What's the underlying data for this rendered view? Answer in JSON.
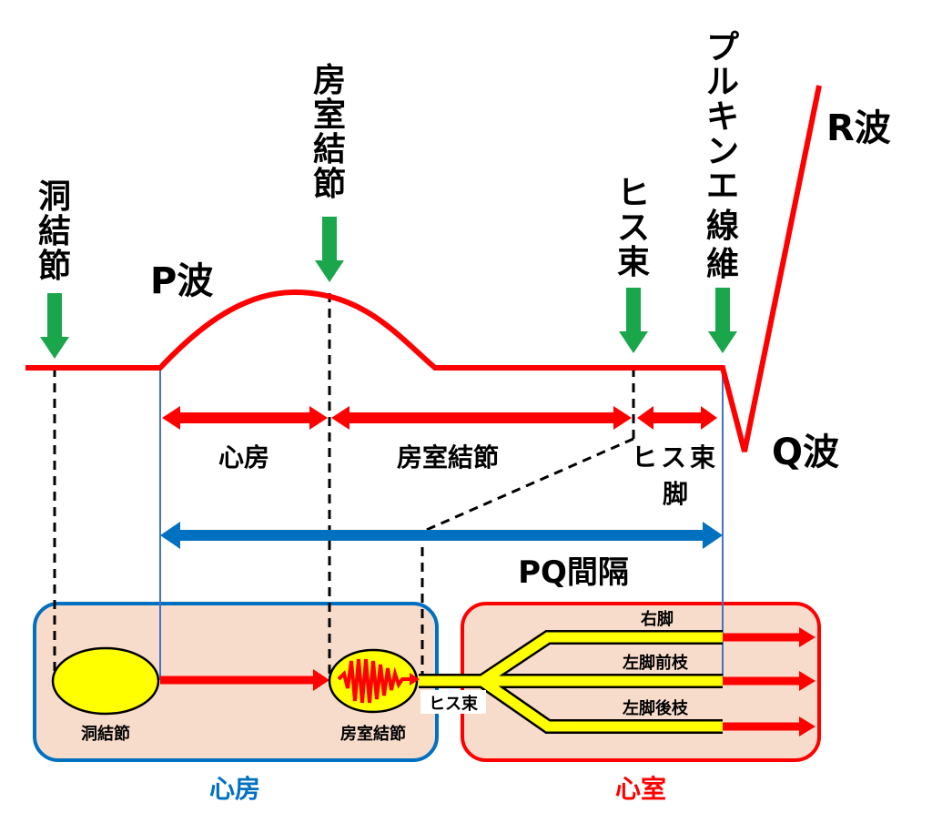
{
  "waves": {
    "p": "P波",
    "q": "Q波",
    "r": "R波"
  },
  "vertical_labels": {
    "sinus_node": [
      "洞",
      "結",
      "節"
    ],
    "av_node": [
      "房",
      "室",
      "結",
      "節"
    ],
    "his_bundle": [
      "ヒ",
      "ス",
      "束"
    ],
    "purkinje": [
      "プ",
      "ル",
      "キ",
      "ン",
      "エ",
      "線",
      "維"
    ]
  },
  "intervals": {
    "atrium": "心房",
    "av_node": "房室結節",
    "his_line1": "ヒス束",
    "his_line2": "脚",
    "pq": "PQ間隔"
  },
  "bottom": {
    "sinus_node": "洞結節",
    "av_node": "房室結節",
    "his_bundle": "ヒス束",
    "right_branch": "右脚",
    "left_anterior": "左脚前枝",
    "left_posterior": "左脚後枝",
    "atrium_region": "心房",
    "ventricle_region": "心室"
  },
  "colors": {
    "red": "#ff0000",
    "green": "#1aa64a",
    "blue": "#0070c0",
    "yellow": "#ffff00",
    "box_fill": "#f8dccb",
    "atrium_text": "#0070c0",
    "ventricle_text": "#ff0000"
  }
}
